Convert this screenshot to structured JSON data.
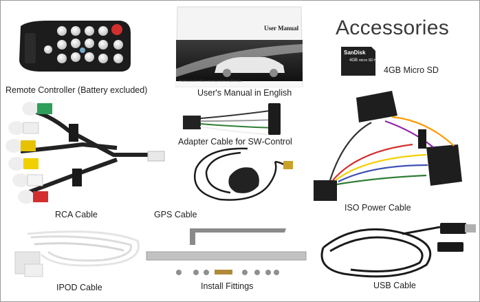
{
  "title": "Accessories",
  "items": {
    "remote": "Remote Controller (Battery excluded)",
    "manual": "User's Manual in English",
    "sd": "4GB Micro SD",
    "adapter": "Adapter Cable for SW-Control",
    "rca": "RCA Cable",
    "gps": "GPS Cable",
    "iso": "ISO Power Cable",
    "ipod": "IPOD Cable",
    "fittings": "Install Fittings",
    "usb": "USB Cable"
  },
  "manual_cover": {
    "heading": "User Manual",
    "footer": "Professional vehicle entertainment multimedia"
  },
  "sd_card": {
    "brand": "SanDisk",
    "capacity": "4GB",
    "type": "micro SD HC"
  },
  "colors": {
    "background": "#ffffff",
    "text": "#1e1e1e",
    "title": "#3a3a3a"
  }
}
